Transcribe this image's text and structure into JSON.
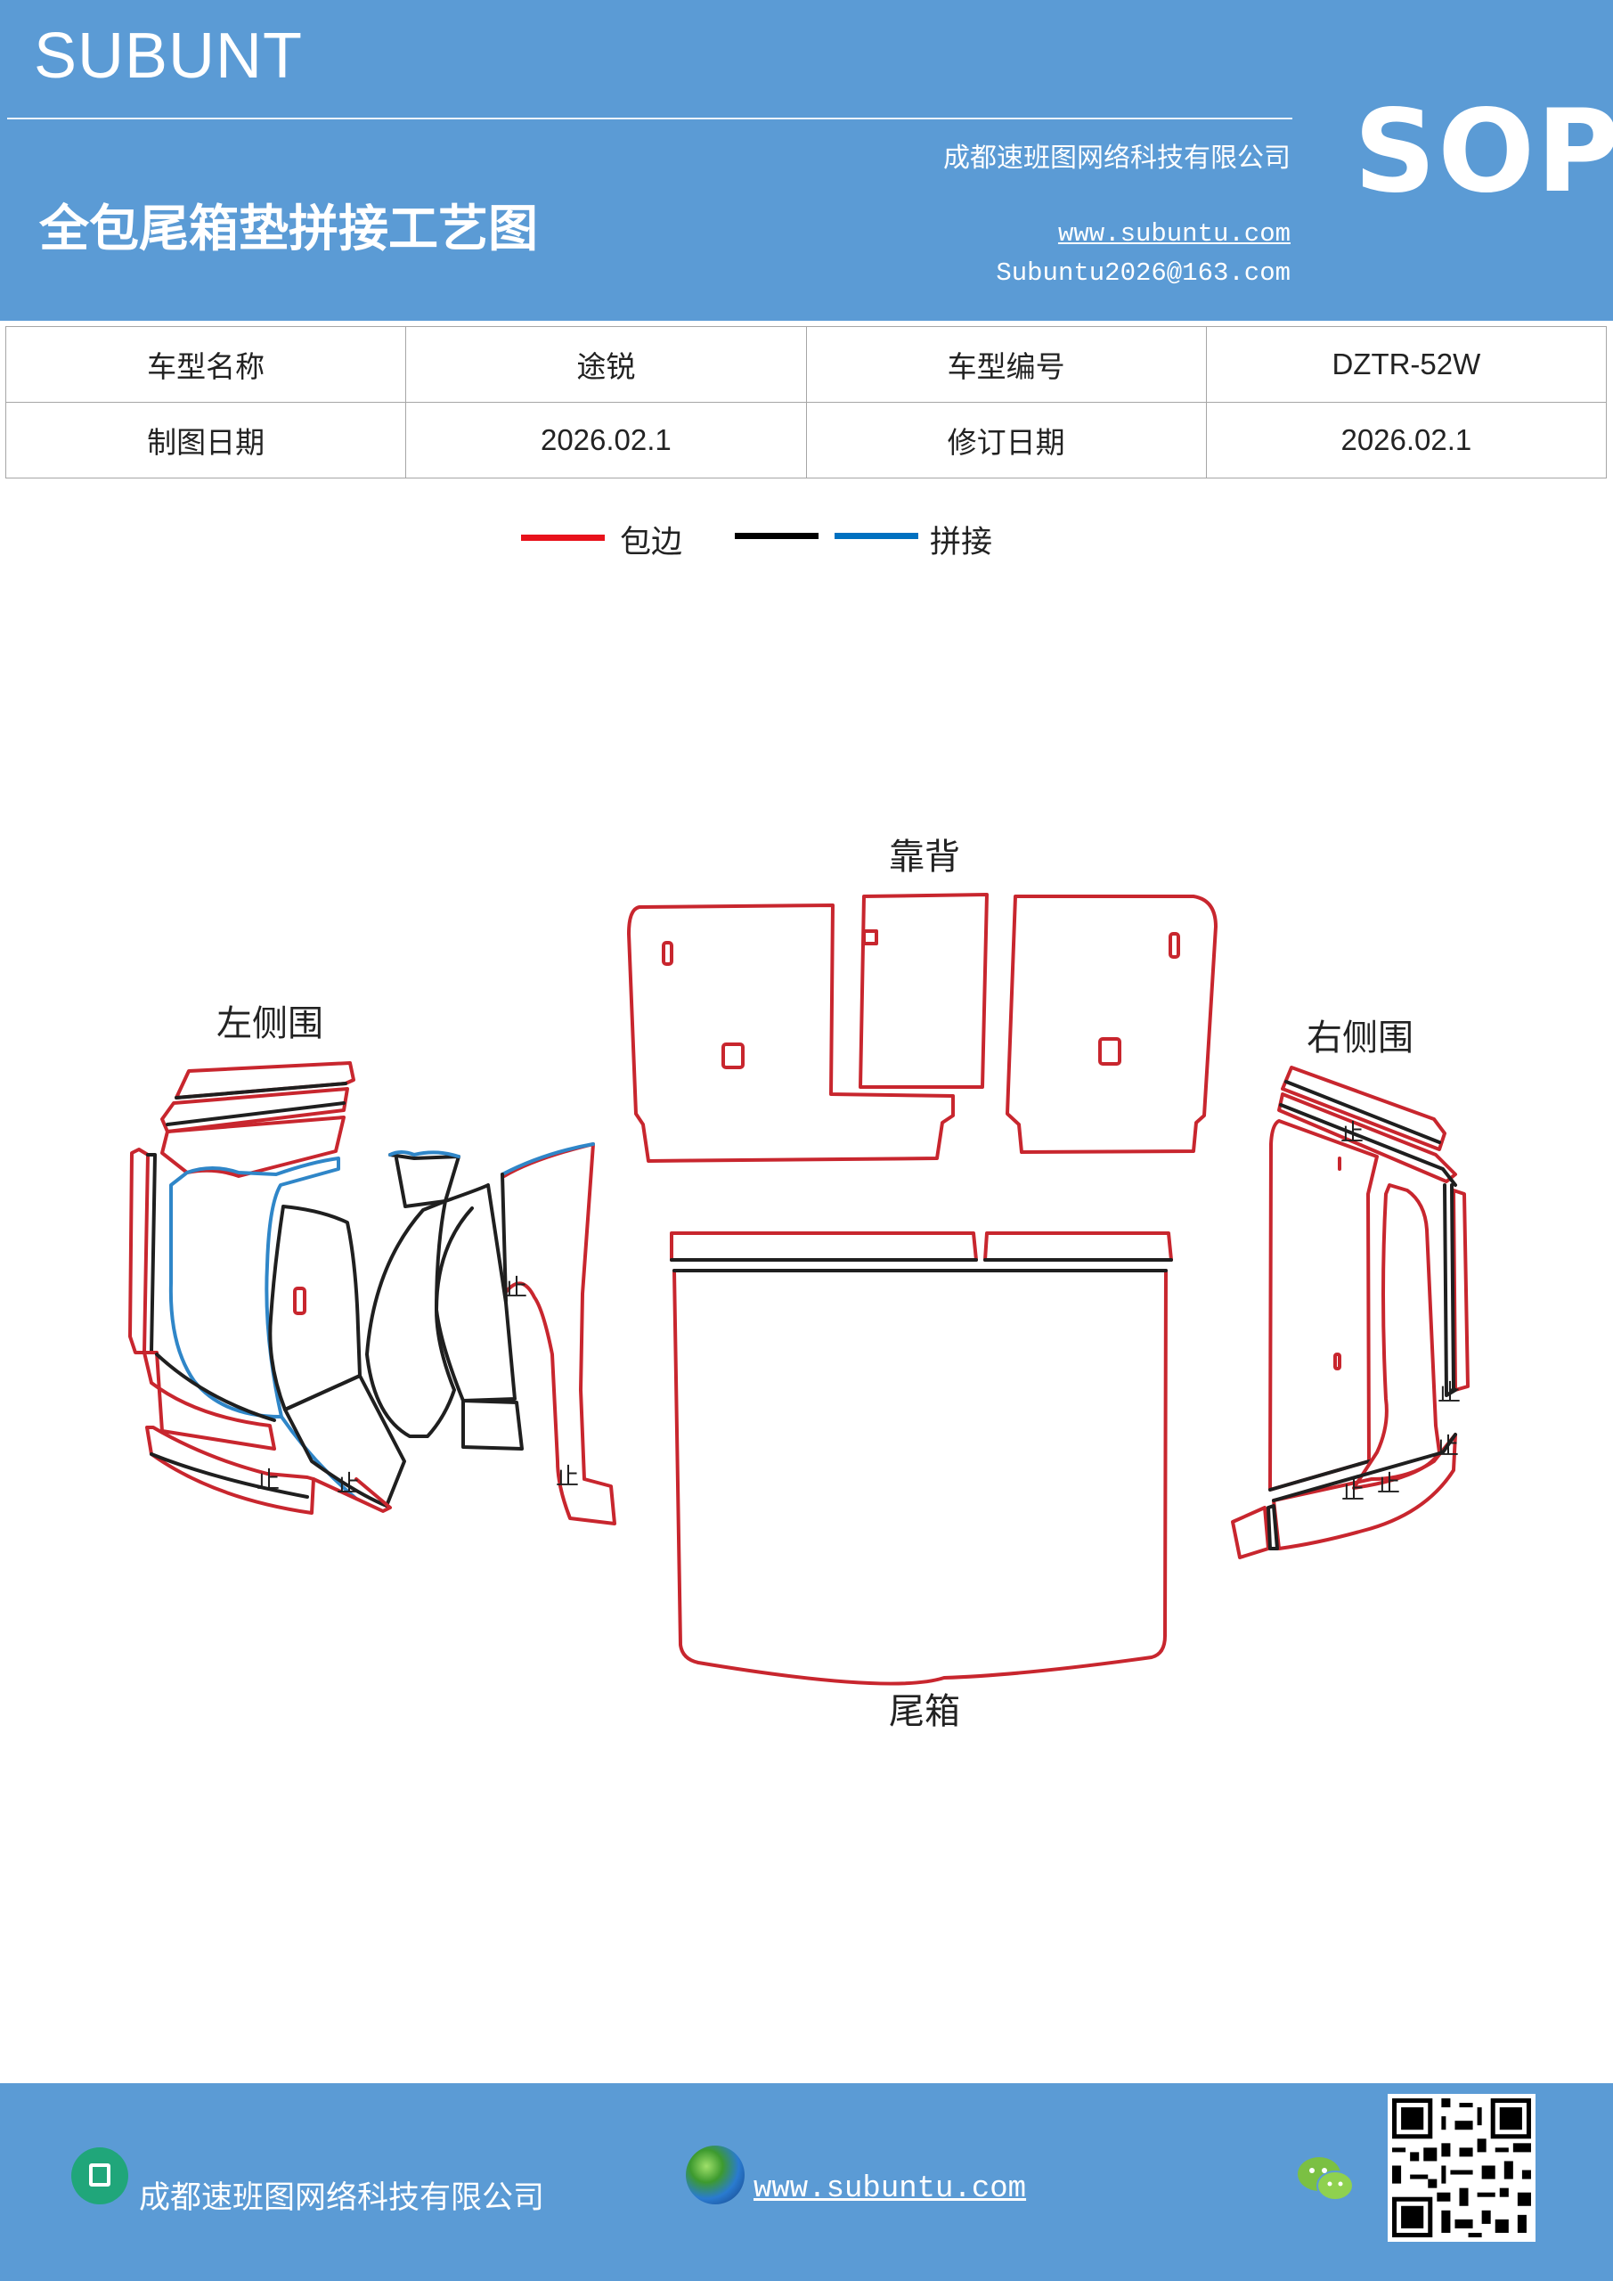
{
  "header": {
    "brand": "SUBUNT",
    "company": "成都速班图网络科技有限公司",
    "title": "全包尾箱垫拼接工艺图",
    "website": "www.subuntu.com",
    "email": "Subuntu2026@163.com",
    "badge": "SOP",
    "background_color": "#5b9bd5"
  },
  "info_table": {
    "rows": [
      [
        "车型名称",
        "途锐",
        "车型编号",
        "DZTR-52W"
      ],
      [
        "制图日期",
        "2026.02.1",
        "修订日期",
        "2026.02.1"
      ]
    ]
  },
  "legend": {
    "items": [
      {
        "label": "包边",
        "color": "#e8121b"
      },
      {
        "label": "",
        "color": "#000000"
      },
      {
        "label": "拼接",
        "color": "#0070c0"
      }
    ]
  },
  "diagram": {
    "labels": {
      "backrest": "靠背",
      "left_side": "左侧围",
      "right_side": "右侧围",
      "trunk": "尾箱"
    },
    "stop_mark": "止",
    "colors": {
      "edge": "#c8262e",
      "seam": "#1f1f1f",
      "splice": "#2f86c8"
    }
  },
  "footer": {
    "company": "成都速班图网络科技有限公司",
    "website": "www.subuntu.com",
    "icons": [
      "building-icon",
      "globe-icon",
      "wechat-icon",
      "qr-code"
    ]
  }
}
